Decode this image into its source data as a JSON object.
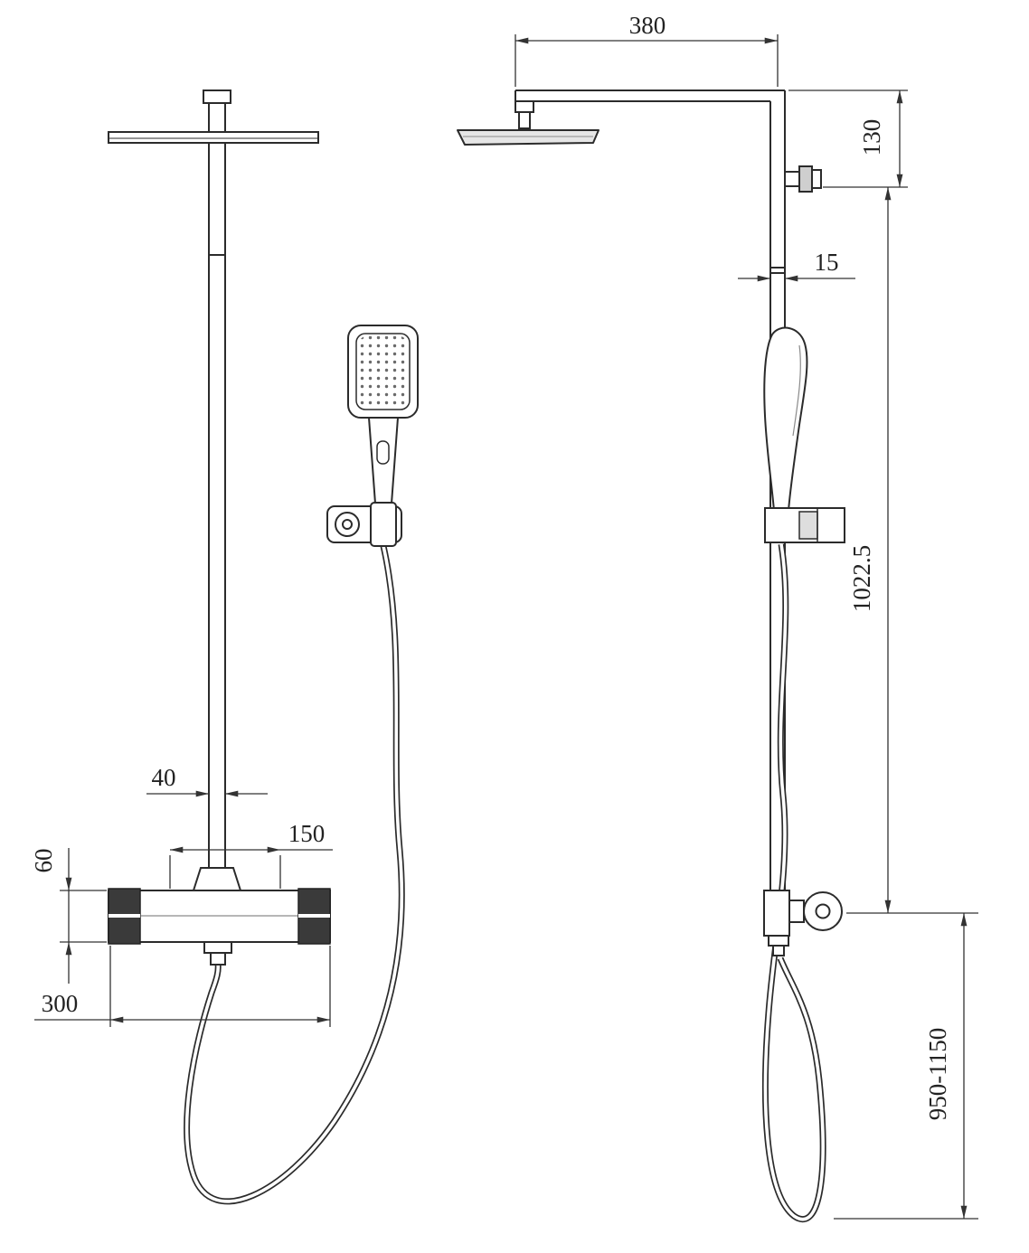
{
  "page": {
    "background": "#ffffff",
    "line_color": "#2b2b2b"
  },
  "drawing": {
    "type": "technical-dimension-drawing",
    "subject": "shower column with rain head, hand shower and thermostatic mixer, front and side views"
  },
  "dimensions": {
    "arm_length": "380",
    "arm_to_bracket": "130",
    "pipe_size": "15",
    "column_height": "1022.5",
    "hose_drop_range": "950-1150",
    "pipe_width": "40",
    "outlet_spacing": "150",
    "valve_height": "60",
    "valve_width": "300"
  }
}
